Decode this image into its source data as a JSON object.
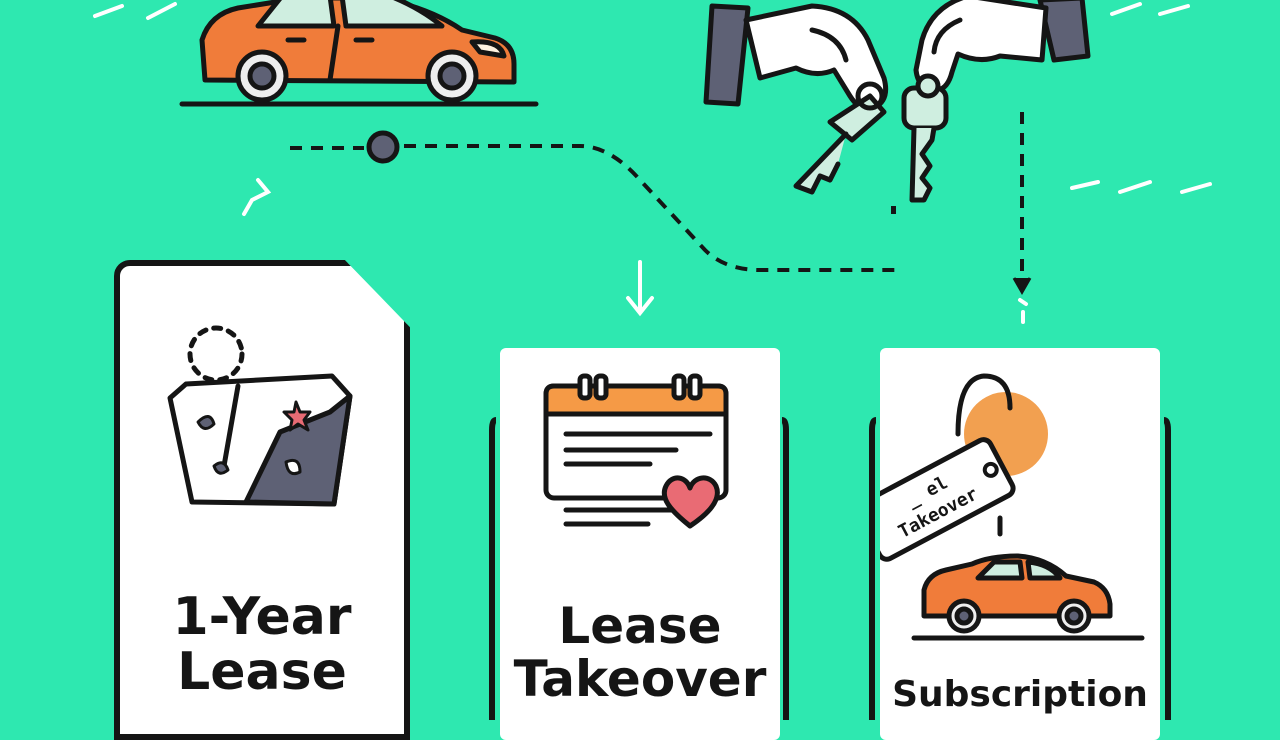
{
  "colors": {
    "background": "#2ee8b0",
    "outline": "#151515",
    "card": "#ffffff",
    "car_orange": "#f07c3a",
    "calendar_orange": "#f59a46",
    "key_mint": "#cfeee0",
    "heart": "#e96b74",
    "slate": "#5e6175",
    "sun_orange": "#f2a050"
  },
  "icons": [
    "car-icon",
    "hands-keys-icon",
    "map-icon",
    "calendar-icon",
    "heart-icon",
    "key-tag-icon",
    "small-car-icon",
    "arrow-down-icon"
  ],
  "cards": [
    {
      "id": "one-year-lease",
      "label_lines": [
        "1-Year",
        "Lease"
      ]
    },
    {
      "id": "lease-takeover",
      "label_lines": [
        "Lease",
        "Takeover"
      ]
    },
    {
      "id": "subscription",
      "label_lines": [
        "Subscription"
      ],
      "tag_lines": [
        "_ el",
        "Takeover"
      ]
    }
  ]
}
